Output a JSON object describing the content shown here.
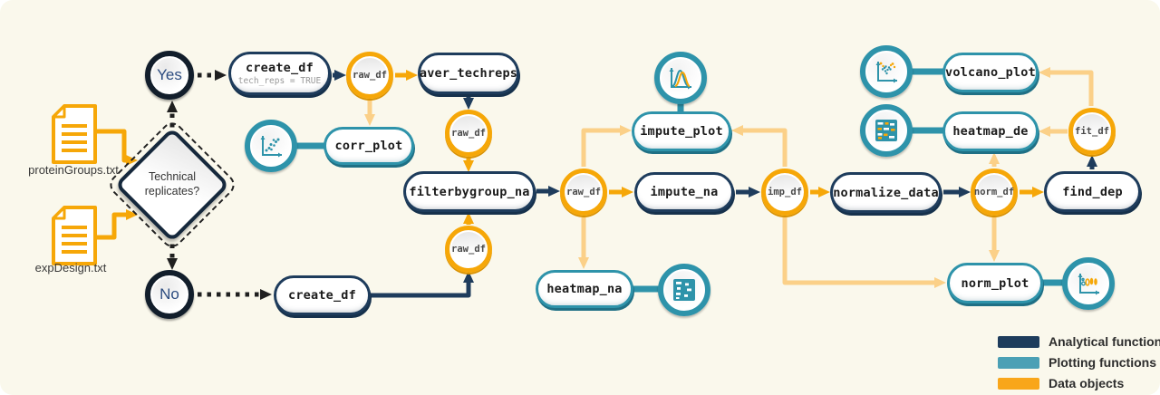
{
  "files": [
    {
      "label": "proteinGroups.txt"
    },
    {
      "label": "expDesign.txt"
    }
  ],
  "decision": {
    "question": "Technical replicates?",
    "yes_label": "Yes",
    "no_label": "No"
  },
  "nodes": {
    "create_df_yes": {
      "label": "create_df",
      "sublabel": "tech_reps = TRUE"
    },
    "raw_df_1": {
      "label": "raw_df"
    },
    "aver_techreps": {
      "label": "aver_techreps"
    },
    "corr_plot": {
      "label": "corr_plot"
    },
    "raw_df_2": {
      "label": "raw_df"
    },
    "filterbygroup_na": {
      "label": "filterbygroup_na"
    },
    "raw_df_3": {
      "label": "raw_df"
    },
    "create_df_no": {
      "label": "create_df"
    },
    "raw_df_4": {
      "label": "raw_df"
    },
    "impute_plot": {
      "label": "impute_plot"
    },
    "impute_na": {
      "label": "impute_na"
    },
    "heatmap_na": {
      "label": "heatmap_na"
    },
    "imp_df": {
      "label": "imp_df"
    },
    "normalize_data": {
      "label": "normalize_data"
    },
    "norm_df": {
      "label": "norm_df"
    },
    "find_dep": {
      "label": "find_dep"
    },
    "fit_df": {
      "label": "fit_df"
    },
    "volcano_plot": {
      "label": "volcano_plot"
    },
    "heatmap_de": {
      "label": "heatmap_de"
    },
    "norm_plot": {
      "label": "norm_plot"
    }
  },
  "legend": {
    "items": [
      {
        "label": "Analytical functions",
        "color": "#1e3c5c"
      },
      {
        "label": "Plotting functions",
        "color": "#4ba0b5"
      },
      {
        "label": "Data objects",
        "color": "#f9a61a"
      }
    ]
  },
  "colors": {
    "analytical": "#1e3c5c",
    "plotting": "#2e93aa",
    "data_object": "#f6a708",
    "arrow_light": "#fbd088",
    "background": "#faf8ec"
  }
}
